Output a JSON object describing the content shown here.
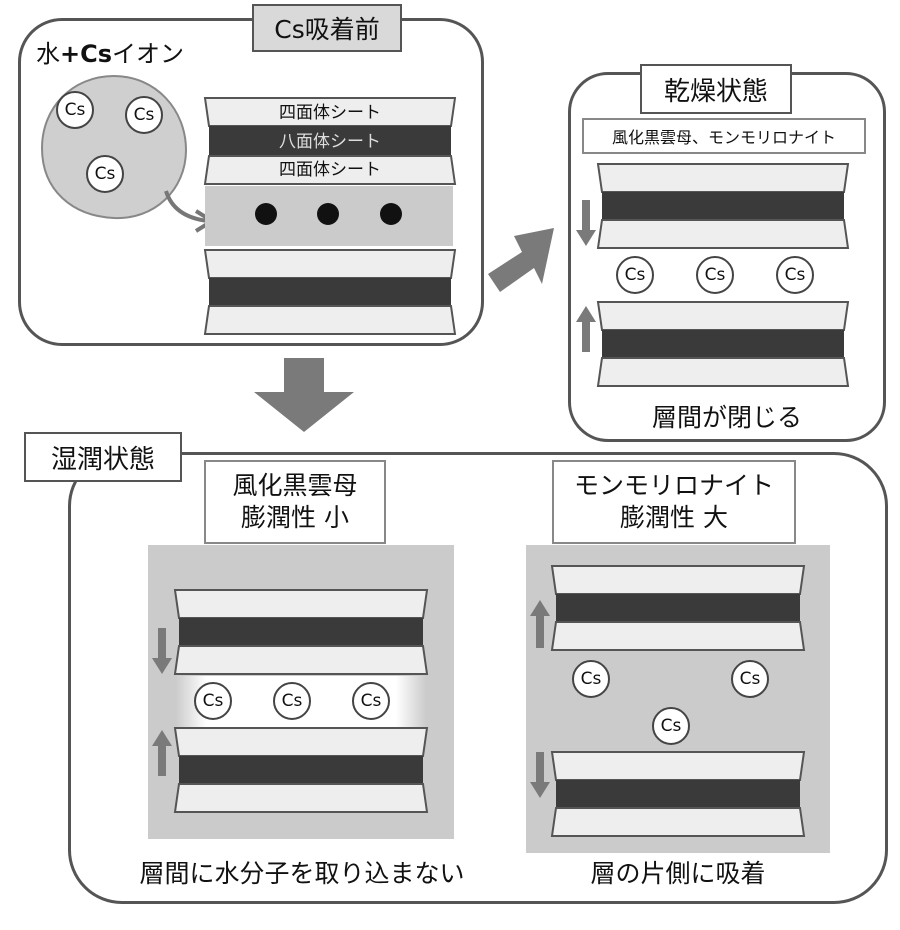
{
  "before": {
    "title": "Cs吸着前",
    "solution_prefix": "水",
    "solution_plus": "+Cs",
    "solution_suffix": "イオン",
    "ions": [
      "Cs",
      "Cs",
      "Cs"
    ],
    "sheets": [
      "四面体シート",
      "八面体シート",
      "四面体シート"
    ]
  },
  "dry": {
    "title": "乾燥状態",
    "minerals": "風化黒雲母、モンモリロナイト",
    "ions": [
      "Cs",
      "Cs",
      "Cs"
    ],
    "caption": "層間が閉じる"
  },
  "wet": {
    "title": "湿潤状態",
    "left": {
      "name": "風化黒雲母",
      "swelling": "膨潤性 小",
      "ions": [
        "Cs",
        "Cs",
        "Cs"
      ],
      "caption": "層間に水分子を取り込まない"
    },
    "right": {
      "name": "モンモリロナイト",
      "swelling": "膨潤性 大",
      "ions": [
        "Cs",
        "Cs",
        "Cs"
      ],
      "caption": "層の片側に吸着"
    }
  },
  "colors": {
    "outline": "#555555",
    "dark_layer": "#3a3a3a",
    "light_layer": "#eeeeee",
    "gray_fill": "#c8c8c8",
    "arrow": "#7a7a7a"
  }
}
